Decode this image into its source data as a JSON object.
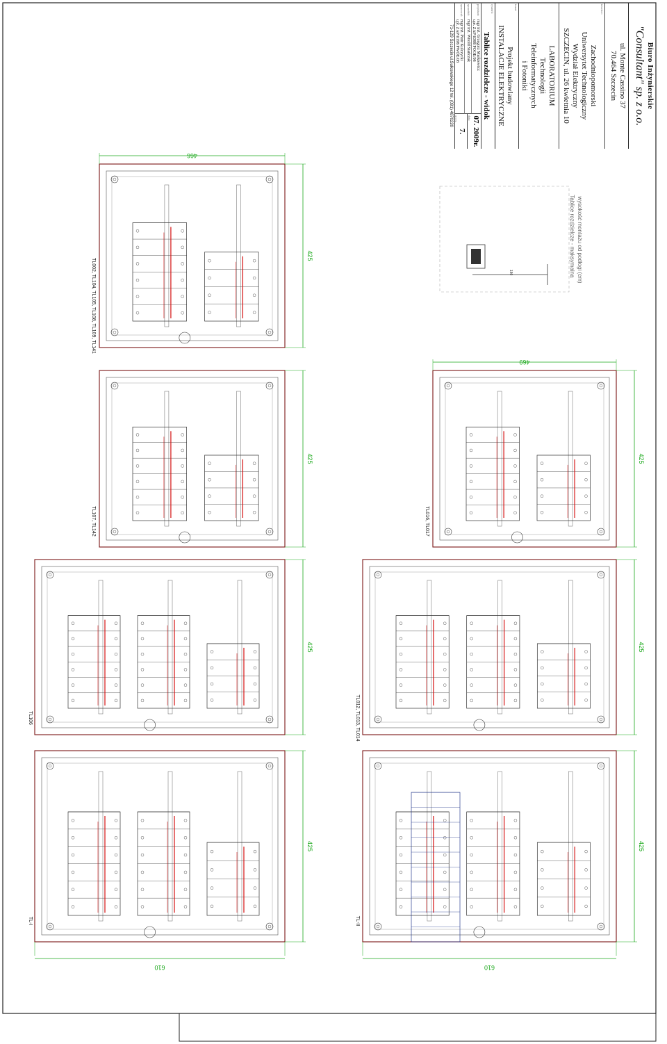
{
  "title_block": {
    "company": "Biuro Inżynierskie",
    "company_name": "\"Consultant\" sp. z o.o.",
    "company_address": "ul. Monte Cassino 37",
    "company_city": "70.464 Szczecin",
    "investor_label": "inwestor:",
    "investor_1": "Zachodniopomorski",
    "investor_2": "Uniwersytet Technologiczny",
    "investor_3": "Wydział Elektryczny",
    "investor_4": "SZCZECIN, ul. 26 kwietnia 10",
    "object_label": "temat:",
    "object_1": "LABORATORIUM",
    "object_2": "Technologii",
    "object_3": "Teleinformatycznych",
    "object_4": "i Fotoniki",
    "stage_1": "Projekt budowlany",
    "stage_2": "INSTALACJE ELEKTRYCZNE",
    "drawing_label": "rysunek:",
    "drawing_title": "Tablice rozdzielcze - widok",
    "designer_label": "projektant:",
    "designer_name": "mgr inż. Grzegorz Markiewicz",
    "designer_lic": "upr. ZAP/0388/POOE/08",
    "checker_label": "sprawdził:",
    "checker_name": "mgr inż. Witold Stańczak",
    "drafter_label": "opracował:",
    "drafter_name": "mgr inż. Piotr Kulczycki",
    "drafter_lic": "upr. ZAP/0198/PWOE/08",
    "date": "07. 2009r.",
    "date_label": "data:",
    "sheet_label": "nr rys.",
    "sheet_no": "7.",
    "footer": "71-129 Szczecin ul.Sułkowskiego 12 tel. (091) 4870220"
  },
  "boards": [
    {
      "tag": "TL002, TL104, TL105, TL108, TL109, TL141",
      "width": "466",
      "height": "425"
    },
    {
      "tag": "TL107, TL142",
      "width": "",
      "height": "425"
    },
    {
      "tag": "TL106",
      "width": "",
      "height": "425"
    },
    {
      "tag": "TL-I",
      "width": "610",
      "height": "425"
    },
    {
      "tag": "TL016, TL017",
      "width": "469",
      "height": "425"
    },
    {
      "tag": "TL012, TL013, TL014",
      "width": "",
      "height": "425"
    },
    {
      "tag": "TL-II",
      "width": "610",
      "height": "425"
    }
  ],
  "note": {
    "line1": "Tablice rozdzielcze - maksymalna",
    "line2": "wysokość montażu od podłogi (cm)",
    "dim": "180"
  },
  "colors": {
    "frame": "#7a1515",
    "breaker": "#333333",
    "busbar": "#d41010",
    "dimension": "#1aa81a",
    "accent": "#2a3e8f"
  }
}
